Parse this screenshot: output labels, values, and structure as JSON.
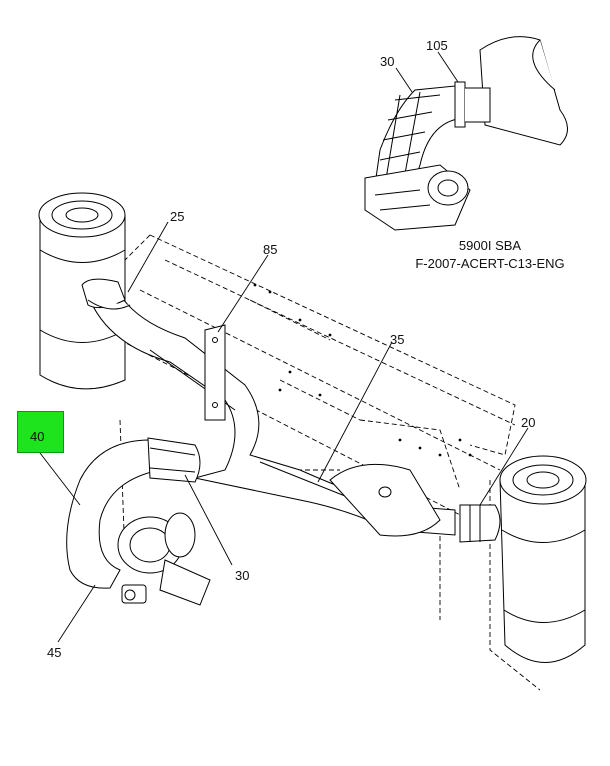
{
  "callouts": {
    "c105": "105",
    "c30_top": "30",
    "c25": "25",
    "c85": "85",
    "c35": "35",
    "c20": "20",
    "c40": "40",
    "c30_bottom": "30",
    "c45": "45"
  },
  "caption": {
    "line1": "5900I SBA",
    "line2": "F-2007-ACERT-C13-ENG"
  },
  "colors": {
    "highlight": "#1ee41e",
    "line": "#000000"
  }
}
